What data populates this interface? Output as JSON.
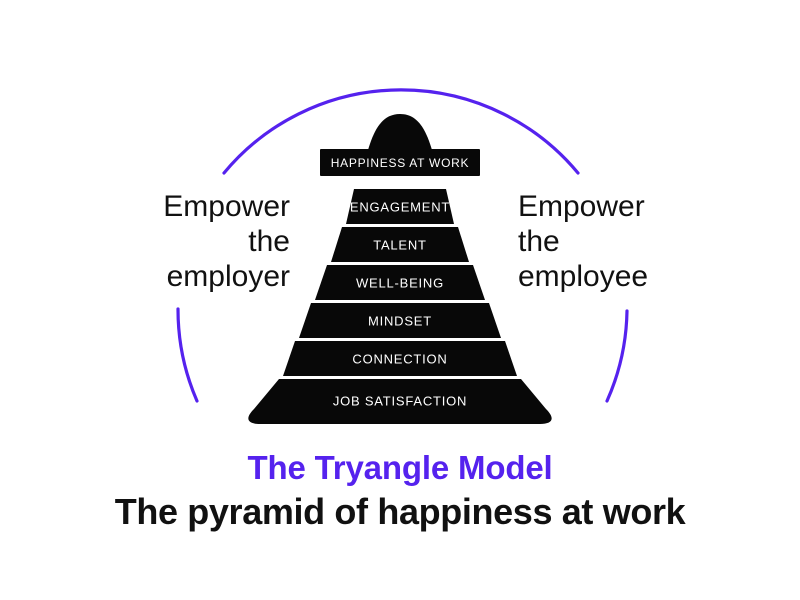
{
  "colors": {
    "accent_purple": "#5522EE",
    "pyramid_fill": "#080808",
    "band_text": "#FFFFFF",
    "caption_text": "#111111",
    "background": "#FFFFFF"
  },
  "diagram": {
    "type": "pyramid",
    "name": "The Tryangle Model pyramid",
    "levels": [
      {
        "label": "HAPPINESS AT WORK",
        "rank": 1,
        "font_size": 12
      },
      {
        "label": "ENGAGEMENT",
        "rank": 2,
        "font_size": 13
      },
      {
        "label": "TALENT",
        "rank": 3,
        "font_size": 13
      },
      {
        "label": "WELL-BEING",
        "rank": 4,
        "font_size": 13
      },
      {
        "label": "MINDSET",
        "rank": 5,
        "font_size": 13
      },
      {
        "label": "CONNECTION",
        "rank": 6,
        "font_size": 13
      },
      {
        "label": "JOB SATISFACTION",
        "rank": 7,
        "font_size": 13
      }
    ]
  },
  "annotations": {
    "left": "Empower\nthe\nemployer",
    "right": "Empower\nthe\nemployee"
  },
  "caption": {
    "title": "The Tryangle Model",
    "subtitle": "The pyramid of happiness at work"
  }
}
